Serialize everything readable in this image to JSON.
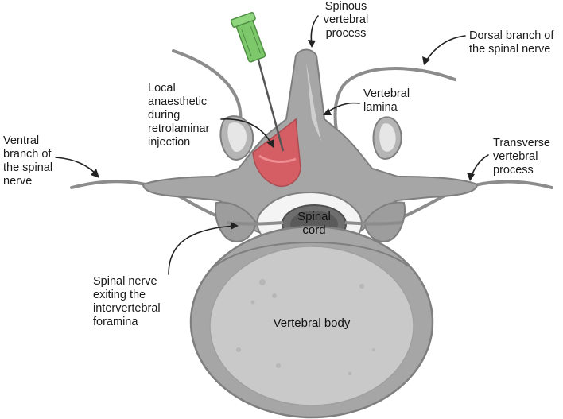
{
  "labels": {
    "spinous": "Spinous\nvertebral\nprocess",
    "dorsal_branch": "Dorsal branch of\nthe spinal nerve",
    "local_anaesthetic": "Local\nanaesthetic\nduring\nretrolaminar\ninjection",
    "vertebral_lamina": "Vertebral\nlamina",
    "ventral_branch": "Ventral\nbranch of\nthe spinal\nnerve",
    "transverse": "Transverse\nvertebral\nprocess",
    "spinal_cord": "Spinal\ncord",
    "spinal_nerve_exiting": "Spinal nerve\nexiting the\nintervertebral\nforamina",
    "vertebral_body": "Vertebral body"
  },
  "colors": {
    "bone": "#a6a6a6",
    "bone_dark": "#7f7f7f",
    "bone_light": "#d9d9d9",
    "body_inner": "#c9c9c9",
    "cord": "#5a5a5a",
    "anaesthetic": "#d9575d",
    "needle_hub": "#7cc86b",
    "nerve": "#8c8c8c"
  }
}
